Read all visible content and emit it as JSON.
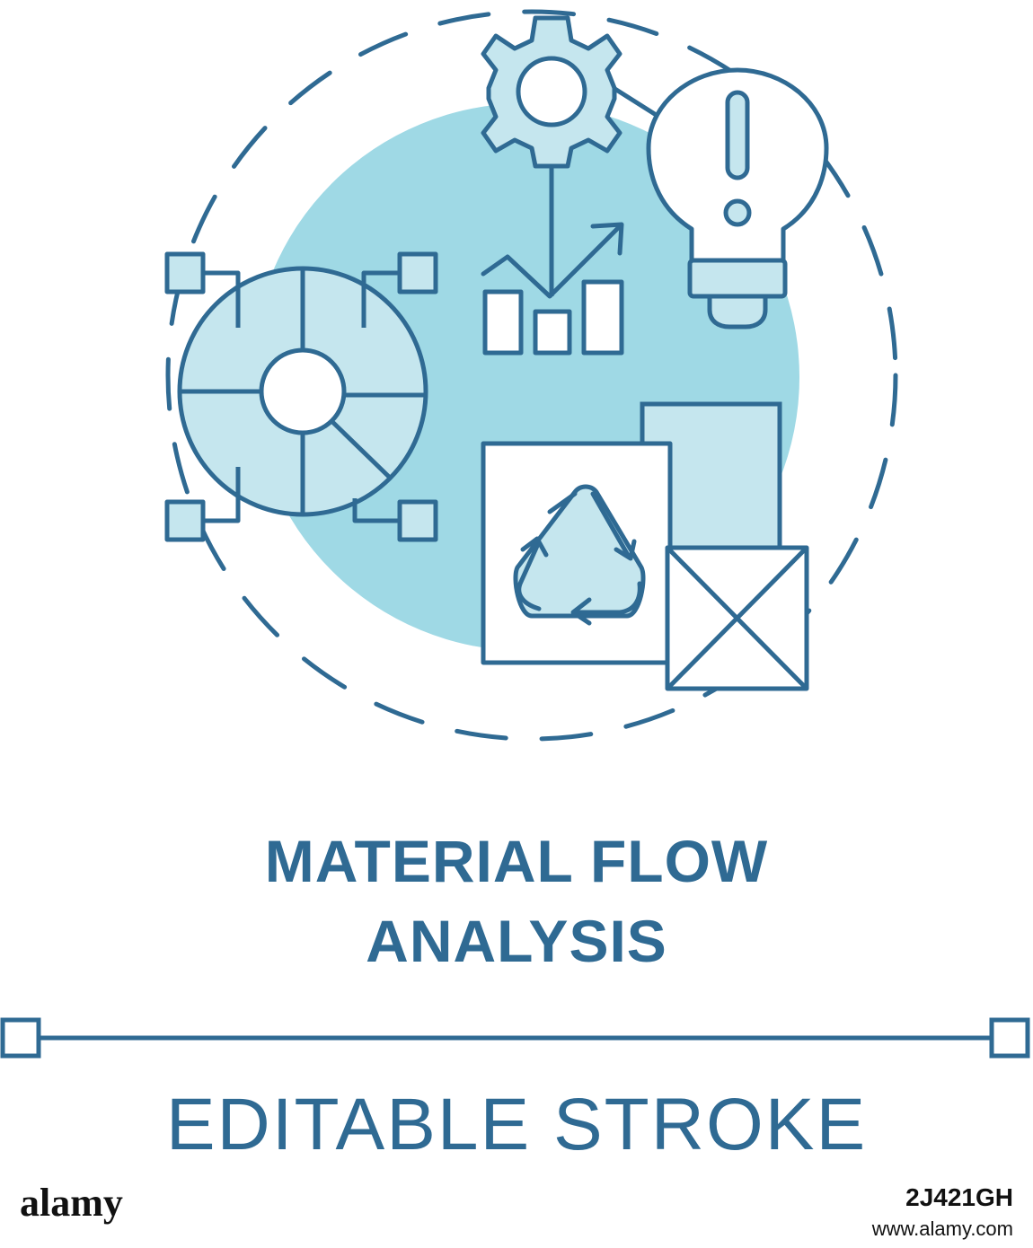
{
  "colors": {
    "stroke": "#2f6a93",
    "light_fill": "#c5e6ee",
    "blob_fill": "#9fd9e5",
    "background": "#ffffff"
  },
  "icons": [
    "dashed-ring-icon",
    "gear-icon",
    "lightbulb-warning-icon",
    "bar-chart-trend-icon",
    "pie-network-icon",
    "recycle-document-icon",
    "box-icon"
  ],
  "title": {
    "line1": "MATERIAL FLOW",
    "line2": "ANALYSIS"
  },
  "subtitle": "EDITABLE STROKE",
  "footer": {
    "logo": "alamy",
    "image_id": "2J421GH",
    "url": "www.alamy.com"
  }
}
